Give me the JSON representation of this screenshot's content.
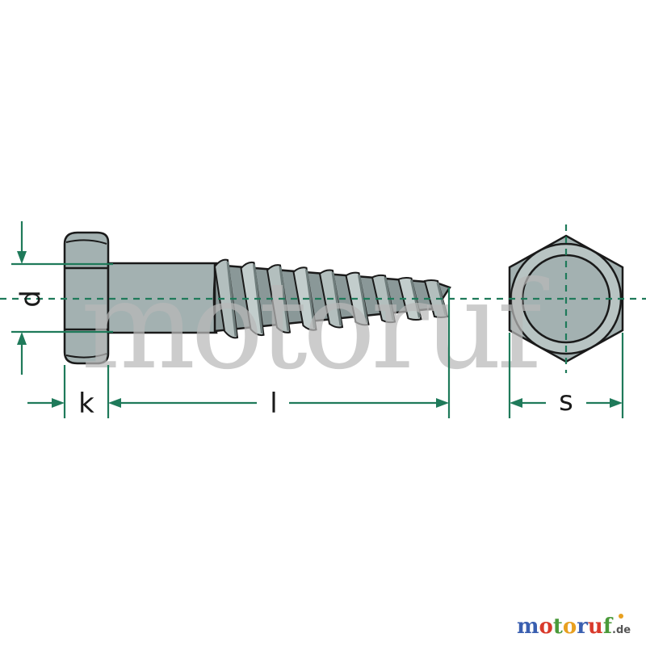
{
  "colors": {
    "dimension": "#1f7a5a",
    "metal": "#a3b1b1",
    "metal_light": "#c2cdcc",
    "metal_dark": "#6f7d7c",
    "outline": "#1a1a1a",
    "watermark": "#b8b8b8",
    "logo_blue": "#3a5fb0",
    "logo_red": "#d93a2b",
    "logo_green": "#4a9a3a",
    "logo_orange": "#e8a020"
  },
  "dimensions": {
    "d": "d",
    "k": "k",
    "l": "l",
    "s": "s"
  },
  "watermark": "motoruf",
  "logo": {
    "letters": [
      "m",
      "o",
      "t",
      "o",
      "r",
      "u",
      "f"
    ],
    "tld": ".de"
  }
}
